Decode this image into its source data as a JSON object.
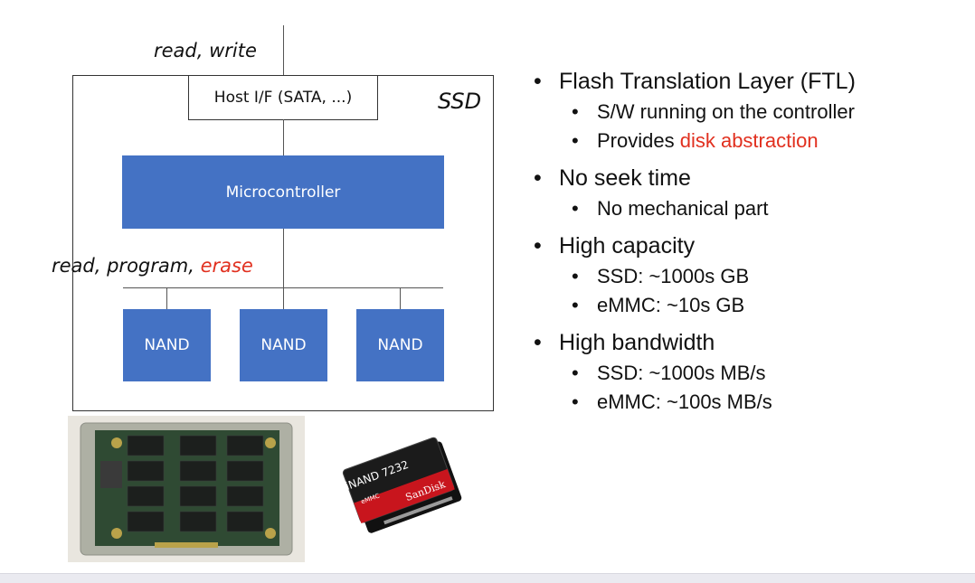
{
  "diagram": {
    "host_label": "read, write",
    "host_if": "Host I/F (SATA, ...)",
    "ssd_label": "SSD",
    "controller": "Microcontroller",
    "nand_ops": {
      "read_program": "read, program, ",
      "erase": "erase"
    },
    "nand_chips": [
      "NAND",
      "NAND",
      "NAND"
    ],
    "colors": {
      "blue": "#4472c4",
      "red": "#e1301f"
    }
  },
  "photos": {
    "chip_brand": "iNAND 7232",
    "chip_type": "eMMC",
    "chip_maker": "SanDisk"
  },
  "bullets": {
    "ftl": "Flash Translation Layer (FTL)",
    "ftl_sub1": "S/W running on the controller",
    "ftl_sub2_prefix": "Provides ",
    "ftl_sub2_highlight": "disk abstraction",
    "seek": "No seek time",
    "seek_sub1": "No mechanical part",
    "capacity": "High capacity",
    "capacity_sub1": "SSD: ~1000s GB",
    "capacity_sub2": "eMMC: ~10s GB",
    "bandwidth": "High bandwidth",
    "bandwidth_sub1": "SSD: ~1000s MB/s",
    "bandwidth_sub2": "eMMC: ~100s MB/s"
  }
}
